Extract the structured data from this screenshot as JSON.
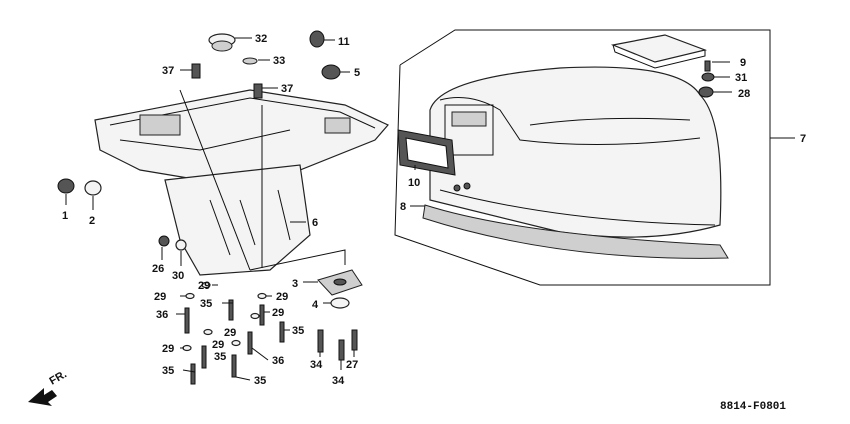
{
  "callouts": [
    "1",
    "2",
    "3",
    "4",
    "5",
    "6",
    "7",
    "8",
    "9",
    "10",
    "11",
    "26",
    "27",
    "28",
    "29",
    "30",
    "31",
    "32",
    "33",
    "34",
    "35",
    "36",
    "37"
  ],
  "direction_label": "FR.",
  "figure_code": "8814-F0801",
  "label": {
    "n1": "1",
    "n2": "2",
    "n3": "3",
    "n4": "4",
    "n5": "5",
    "n6": "6",
    "n7": "7",
    "n8": "8",
    "n9": "9",
    "n10": "10",
    "n11": "11",
    "n26": "26",
    "n27": "27",
    "n28": "28",
    "n29": "29",
    "n30": "30",
    "n31": "31",
    "n32": "32",
    "n33": "33",
    "n34": "34",
    "n35": "35",
    "n36": "36",
    "n37": "37"
  }
}
